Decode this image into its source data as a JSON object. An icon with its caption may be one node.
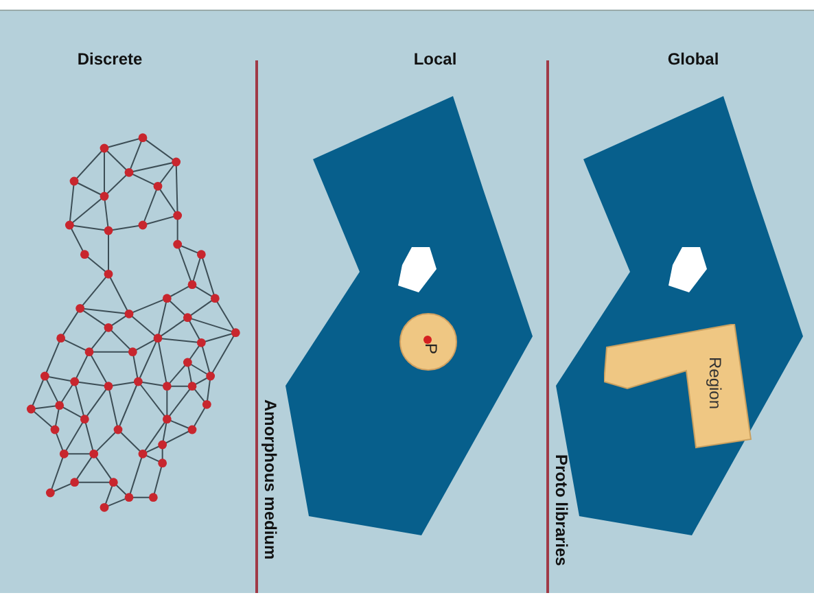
{
  "diagram": {
    "nodes": [
      {
        "text": [],
        "shape": "polygon"
      },
      {
        "text": [
          "P"
        ],
        "in": 0
      },
      {
        "text": [],
        "shape": "polygon"
      },
      {
        "text": [
          "Region"
        ],
        "in": 2
      }
    ],
    "edges": [],
    "labels": [
      "Discrete",
      "Local",
      "Global",
      "Amorphous medium",
      "Proto libraries"
    ]
  }
}
